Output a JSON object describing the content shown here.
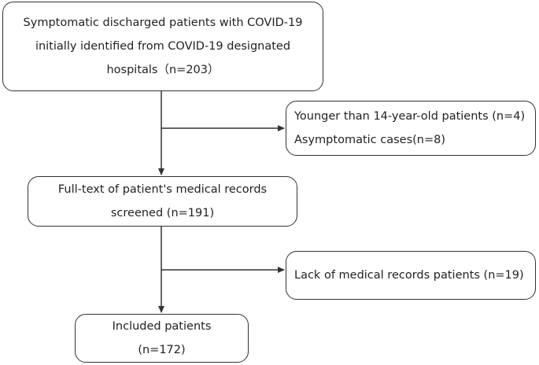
{
  "boxes": {
    "initial": {
      "lines": [
        "Symptomatic discharged patients with COVID-19",
        "initially identified from COVID-19 designated",
        "hospitals（n=203）"
      ]
    },
    "exclusion1": {
      "lines": [
        "Younger than 14-year-old patients (n=4)",
        "Asymptomatic cases(n=8)"
      ]
    },
    "screened": {
      "lines": [
        "Full-text of patient's medical records",
        "screened (n=191)"
      ]
    },
    "exclusion2": {
      "lines": [
        "Lack of medical records patients (n=19)"
      ]
    },
    "included": {
      "lines": [
        "Included patients",
        "(n=172)"
      ]
    }
  },
  "colors": {
    "stroke": "#333333",
    "text": "#222222"
  }
}
